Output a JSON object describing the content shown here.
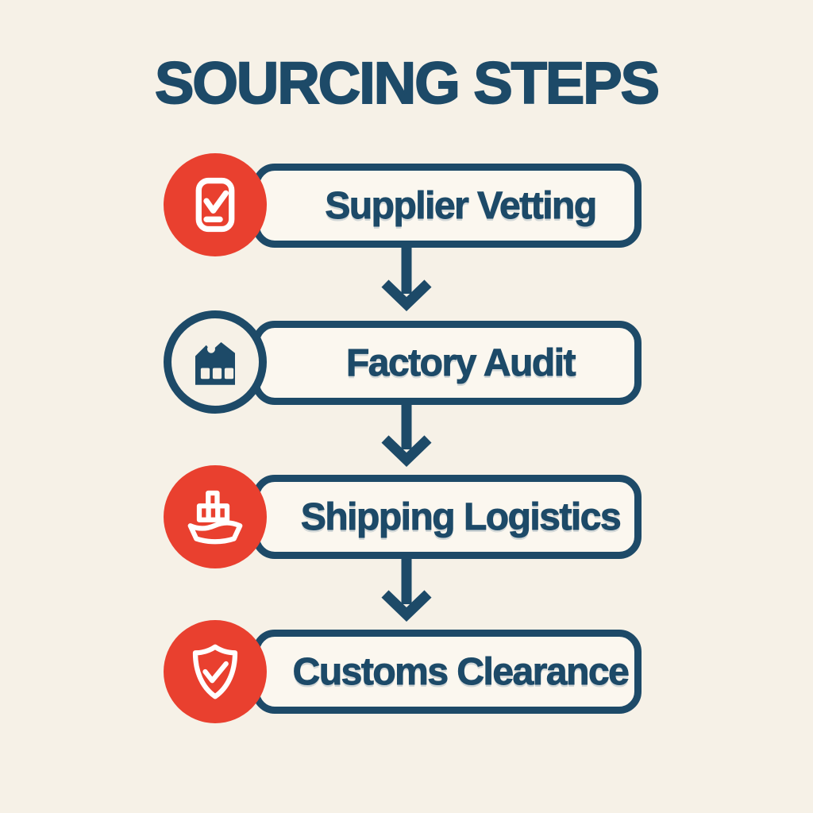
{
  "title": "SOURCING STEPS",
  "colors": {
    "navy": "#1d4a68",
    "red": "#e9402f",
    "background": "#f6f1e7",
    "box_fill": "#fbf7ef"
  },
  "steps": [
    {
      "label": "Supplier Vetting",
      "icon": "clipboard-check-icon",
      "icon_style": "red-filled"
    },
    {
      "label": "Factory Audit",
      "icon": "factory-icon",
      "icon_style": "navy-ring"
    },
    {
      "label": "Shipping Logistics",
      "icon": "ship-icon",
      "icon_style": "red-filled"
    },
    {
      "label": "Customs Clearance",
      "icon": "shield-check-icon",
      "icon_style": "red-filled"
    }
  ]
}
